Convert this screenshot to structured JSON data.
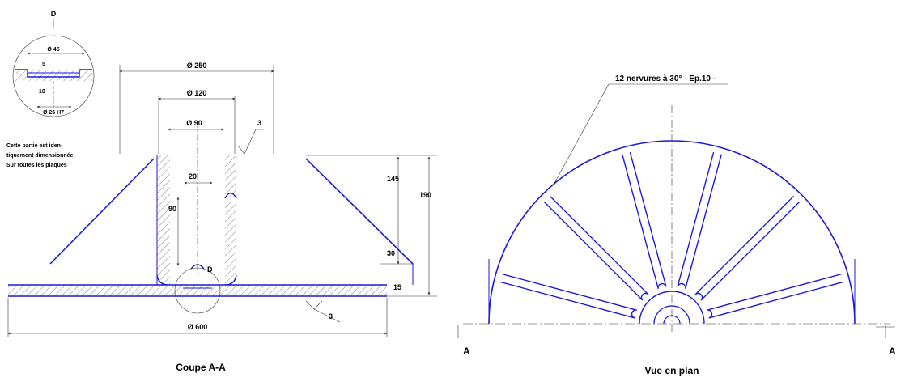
{
  "detail": {
    "title": "D",
    "dia_45": "Ø 45",
    "dim_5": "5",
    "dim_10": "10",
    "dia_26": "Ø 26  H7",
    "note_line1": "Cette partie est iden-",
    "note_line2": "tiquement dimensionnée",
    "note_line3": "Sur toutes les plaques"
  },
  "section": {
    "dia_250": "Ø 250",
    "dia_120": "Ø 120",
    "dia_90": "Ø 90",
    "dim_20": "20",
    "dim_90_v": "90",
    "roughness_top": "3",
    "dim_145": "145",
    "dim_190": "190",
    "dim_30": "30",
    "dim_15": "15",
    "detail_marker": "D",
    "roughness_bottom": "3",
    "dia_600": "Ø 600",
    "caption": "Coupe  A-A"
  },
  "plan": {
    "ribs_note": "12 nervures à 30° -  Ep.10 -",
    "section_mark_left": "A",
    "section_mark_right": "A",
    "caption": "Vue  en  plan"
  },
  "colors": {
    "outline": "#1a1adc",
    "hatch": "#333333"
  }
}
